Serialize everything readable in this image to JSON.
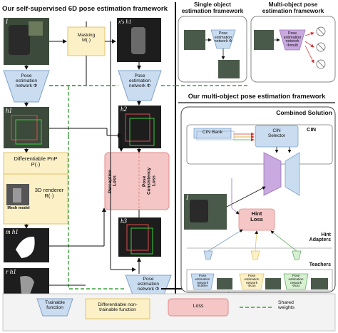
{
  "left_panel": {
    "title": "Our self-supervised 6D pose estimation framework",
    "input_label": "I",
    "masking": "Masking\nM(·)",
    "masked_label": "x's h1",
    "pose_net_left": "Pose\nestimation\nnetwork Φ",
    "pose_net_mid": "Pose\nestimation\nnetwork Φ",
    "pose_net_bottom": "Pose\nestimation\nnetwork Φ",
    "h1": "h1",
    "h2": "h2",
    "h3": "h3",
    "pnp": "Differentiable PnP\nP(·)",
    "renderer": "3D renderer\nR(·)",
    "mesh_model": "Mesh model",
    "mask_label": "m h1",
    "render_label": "r h1",
    "perception_loss": "Perception\nLoss",
    "consistency_loss": "Pose\nConsistency\nLoss"
  },
  "single_panel": {
    "title": "Single object\nestimation framework",
    "net": "Pose\nestimation\nnetwork Φ"
  },
  "multi_panel": {
    "title": "Multi-object pose\nestimation framework",
    "net": "Pose\nestimation\nnetwork Φmulti"
  },
  "ours_panel": {
    "title": "Our multi-object pose estimation framework",
    "combined": "Combined Solution",
    "cin": "CIN",
    "cin_bank": "CIN Bank",
    "cin_selector": "CIN\nSelector",
    "input_label": "I",
    "hint_loss": "Hint\nLoss",
    "hint_adapters": "Hint\nAdapters",
    "teachers": "Teachers",
    "teacher_driller": "Pose\nestimation\nnetwork\nΦdriller",
    "teacher_can": "Pose\nestimation\nnetwork\nΦcan",
    "teacher_cat": "Pose\nestimation\nnetwork\nΦcat"
  },
  "legend": {
    "trainable": "Trainable\nfunction",
    "nontrainable": "Differentiable non-\ntrainable function",
    "loss": "Loss",
    "shared": "Shared\nweights"
  },
  "colors": {
    "trainable": "#c9dcf0",
    "nontrainable": "#fbf0c6",
    "loss": "#f5c6c6",
    "shared": "#3aa03a",
    "purple": "#c9a9e0",
    "dark_bg": "#1d1d1d"
  }
}
